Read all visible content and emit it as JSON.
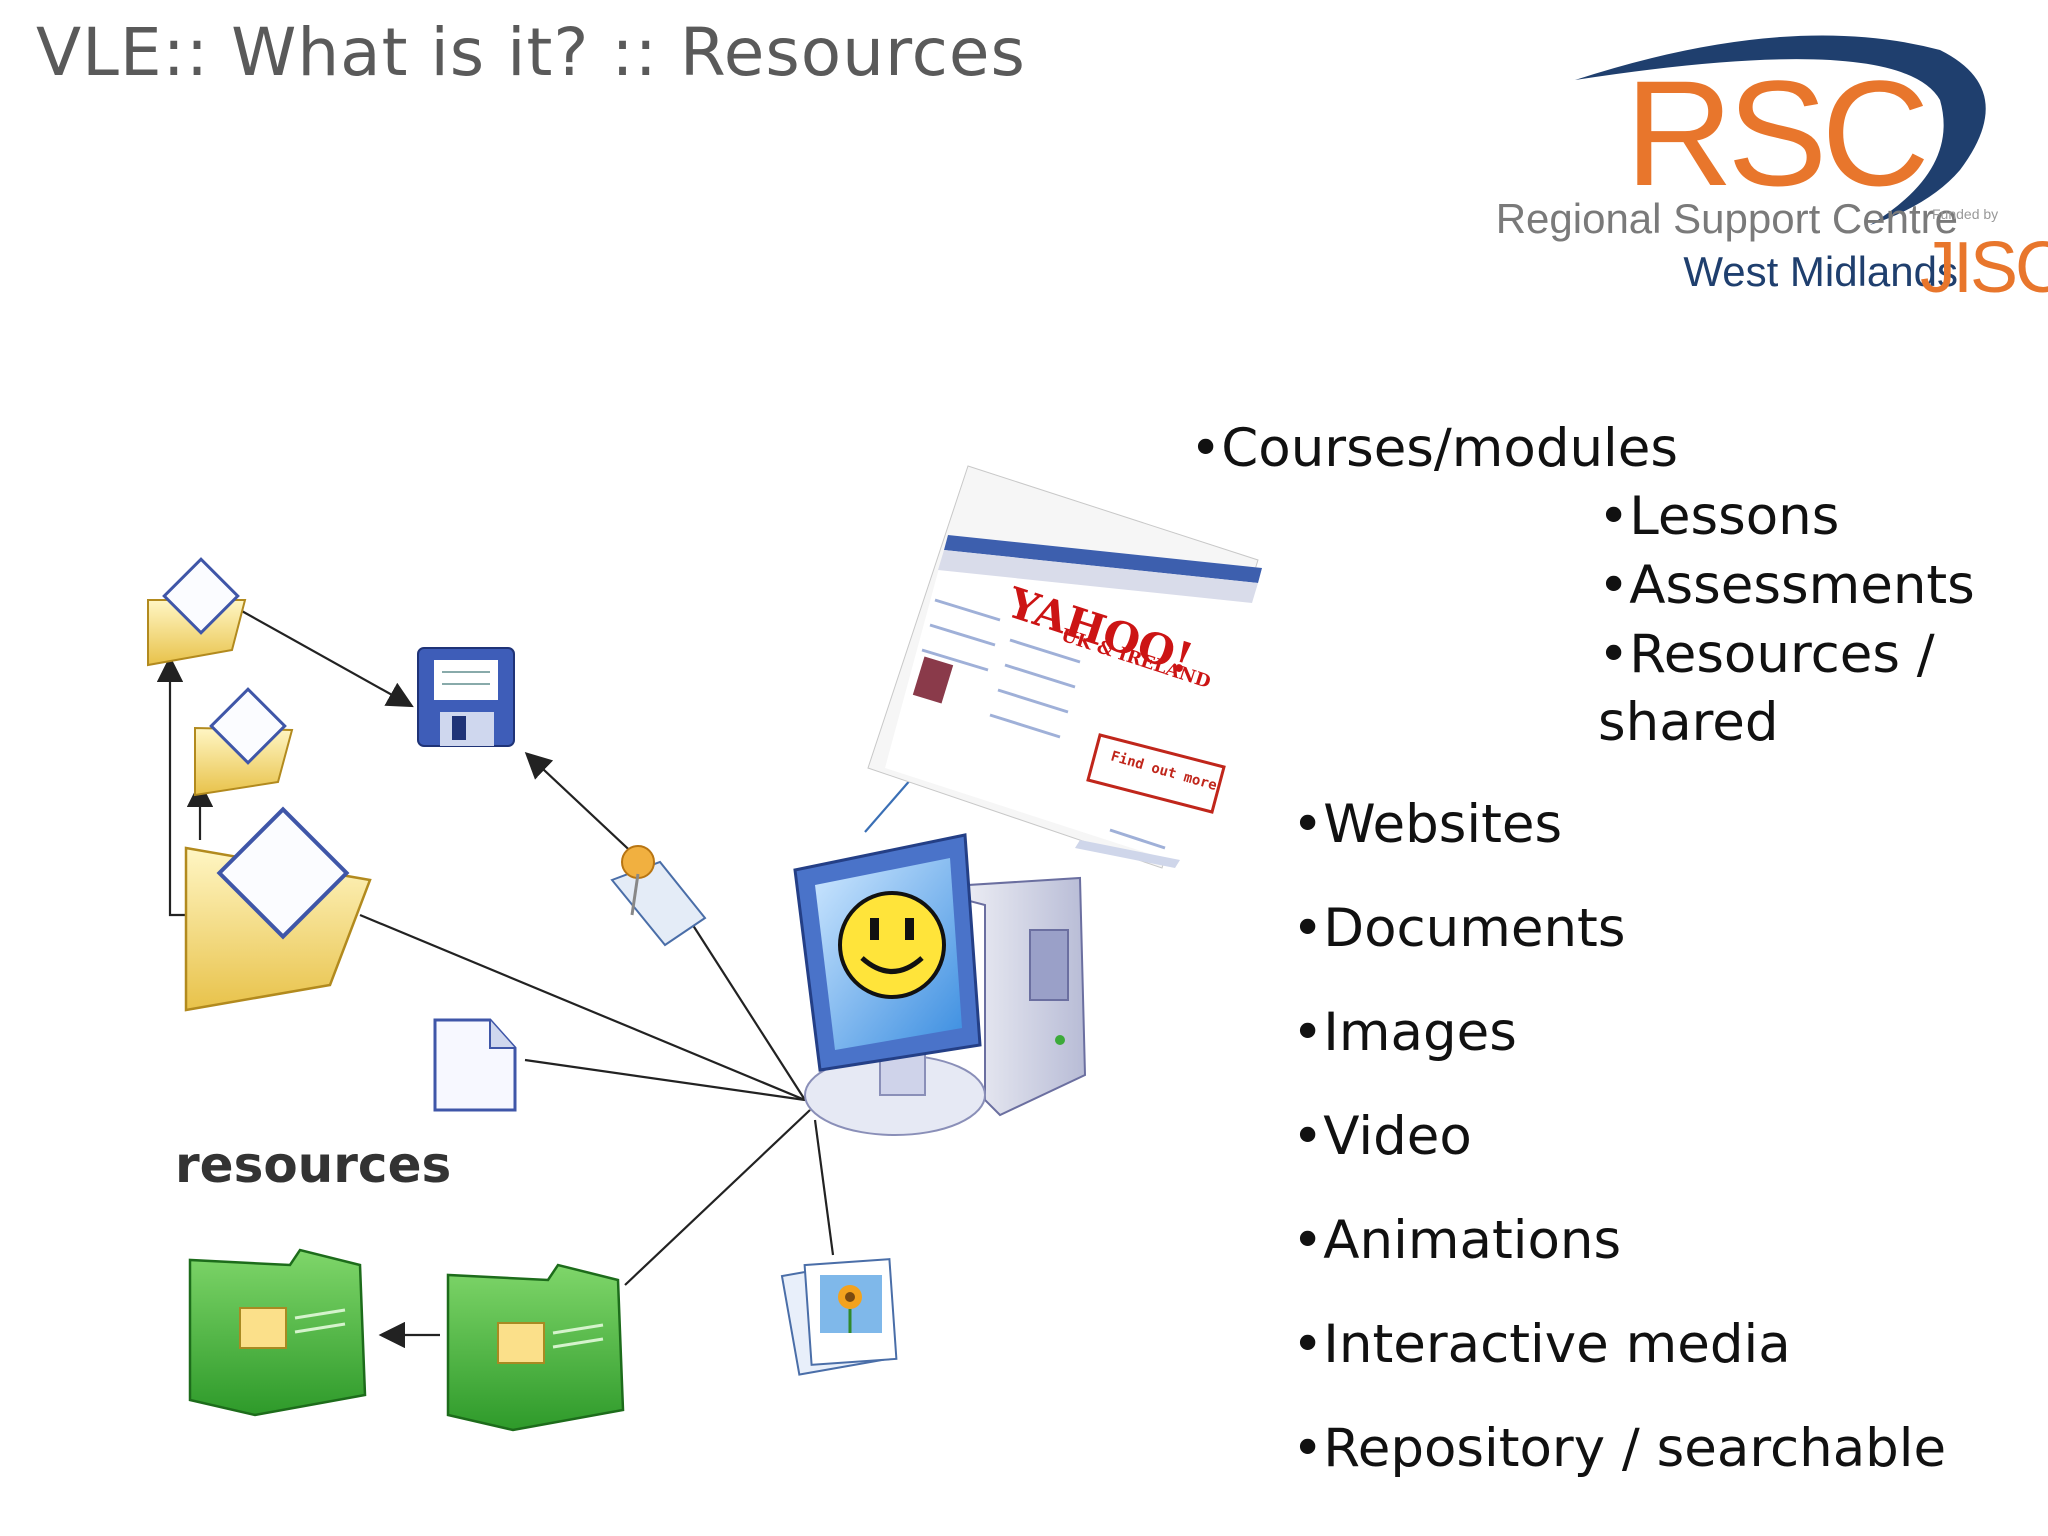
{
  "slide": {
    "title": "VLE:: What is it? :: Resources"
  },
  "logo": {
    "name": "RSC",
    "line1": "Regional Support Centre",
    "line2": "West Midlands",
    "funded_by": "Funded by",
    "funder": "JISC",
    "colors": {
      "orange": "#e8762c",
      "navy": "#1f3f6e"
    }
  },
  "bullets": {
    "courses": "•Courses/modules",
    "sub": [
      "•Lessons",
      "•Assessments",
      "•Resources /",
      "shared"
    ],
    "items": [
      "•Websites",
      "•Documents",
      "•Images",
      "•Video",
      "•Animations",
      "•Interactive media",
      "•Repository / searchable"
    ]
  },
  "diagram": {
    "caption": "resources",
    "browser_logo": "YAHOO!",
    "browser_sub": "UK & IRELAND",
    "browser_button": "Find out more",
    "icons": [
      "open-folder-icon",
      "floppy-disk-icon",
      "pushpin-note-icon",
      "document-icon",
      "green-folder-icon",
      "photo-icon",
      "computer-icon",
      "smiley-icon",
      "web-browser-screenshot"
    ]
  }
}
